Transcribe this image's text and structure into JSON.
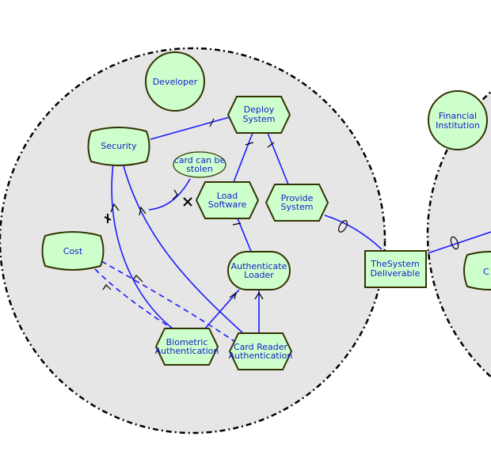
{
  "actors": {
    "developer": "Developer",
    "financial": [
      "Financial",
      "Institution"
    ]
  },
  "goals": {
    "deploy": [
      "Deploy",
      "System"
    ],
    "load": [
      "Load",
      "Software"
    ],
    "provide": [
      "Provide",
      "System"
    ],
    "biometric": [
      "Biometric",
      "Authentication"
    ],
    "cardreader": [
      "Card Reader",
      "Authentication"
    ]
  },
  "softgoals": {
    "security": "Security",
    "cost": "Cost",
    "right_partial": "C"
  },
  "belief": [
    "card can be",
    "stolen"
  ],
  "tasks": {
    "auth_loader": [
      "Authenticate",
      "Loader"
    ]
  },
  "resource": [
    "TheSystem",
    "Deliverable"
  ],
  "colors": {
    "node_fill": "#ccffcc",
    "node_stroke": "#333300",
    "link": "#1a1aff",
    "boundary_fill": "#e6e6e6",
    "text": "#1a1acc"
  }
}
